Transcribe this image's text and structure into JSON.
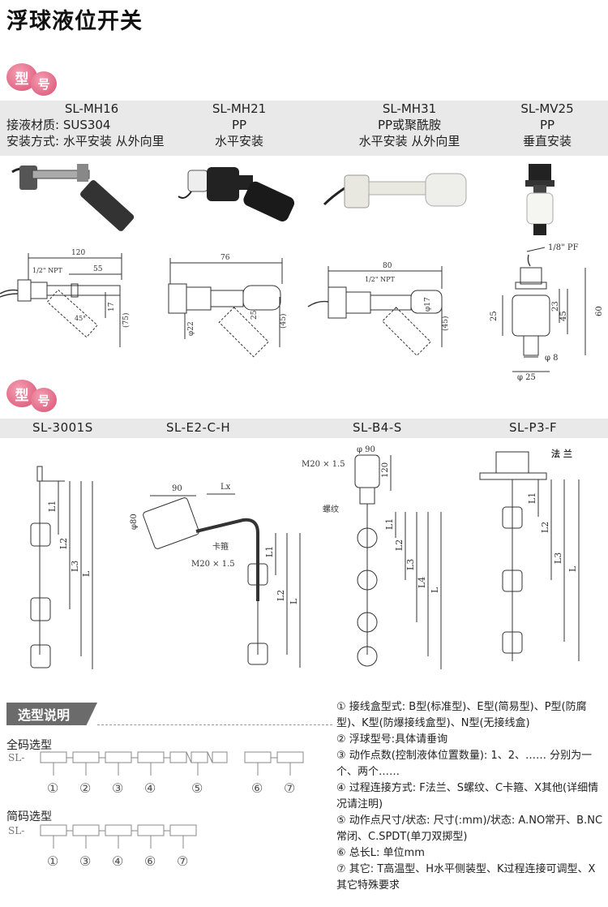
{
  "page_title": "浮球液位开关",
  "badge": {
    "chars": [
      "型",
      "号"
    ]
  },
  "top_models": [
    {
      "lines": [
        "SL-MH16",
        "接液材质: SUS304",
        "安装方式: 水平安装 从外向里"
      ]
    },
    {
      "lines": [
        "SL-MH21",
        "PP",
        "水平安装"
      ]
    },
    {
      "lines": [
        "SL-MH31",
        "PP或聚酰胺",
        "水平安装 从外向里"
      ]
    },
    {
      "lines": [
        "SL-MV25",
        "PP",
        "垂直安装"
      ]
    }
  ],
  "bottom_models": [
    "SL-3001S",
    "SL-E2-C-H",
    "SL-B4-S",
    "SL-P3-F"
  ],
  "dims": {
    "mh16": {
      "total": "120",
      "thread": "1/2\" NPT",
      "d55": "55",
      "d17": "17",
      "d75": "(75)",
      "angle": "45°"
    },
    "mh21": {
      "total": "76",
      "d22": "φ22",
      "d45": "(45)",
      "d25": "25"
    },
    "mh31": {
      "total": "80",
      "thread": "1/2\" NPT",
      "d17": "φ17",
      "d45": "(45)"
    },
    "mv25": {
      "thread": "1/8\" PF",
      "d25a": "25",
      "d23": "23",
      "d45": "45",
      "d60": "60",
      "d8": "φ 8",
      "d25b": "φ 25"
    },
    "s3001": {
      "L1": "L1",
      "L2": "L2",
      "L3": "L3",
      "L": "L"
    },
    "e2": {
      "d90": "90",
      "Lx": "Lx",
      "d80": "φ80",
      "clamp": "卡箍",
      "m20": "M20 × 1.5",
      "L1": "L1",
      "L2": "L2",
      "L": "L"
    },
    "b4": {
      "d90": "φ 90",
      "m20": "M20 × 1.5",
      "d120": "120",
      "thread": "螺纹",
      "L1": "L1",
      "L2": "L2",
      "L3": "L3",
      "L4": "L4",
      "L": "L"
    },
    "p3": {
      "flange": "法 兰",
      "L1": "L1",
      "L2": "L2",
      "L3": "L3",
      "L": "L"
    }
  },
  "selection": {
    "tag": "选型说明",
    "full_label": "全码选型",
    "short_label": "简码选型",
    "prefix": "SL-",
    "full_nums": [
      "①",
      "②",
      "③",
      "④",
      "⑤",
      "⑥",
      "⑦"
    ],
    "short_nums": [
      "①",
      "③",
      "④",
      "⑥",
      "⑦"
    ],
    "notes": [
      "① 接线盒型式: B型(标准型)、E型(简易型)、P型(防腐型)、K型(防爆接线盒型)、N型(无接线盒)",
      "② 浮球型号:具体请垂询",
      "③ 动作点数(控制液体位置数量): 1、2、…… 分别为一个、两个……",
      "④ 过程连接方式: F法兰、S螺纹、C卡箍、X其他(详细情况请注明)",
      "⑤ 动作点尺寸/状态: 尺寸(:mm)/状态: A.NO常开、B.NC常闭、C.SPDT(单刀双掷型)",
      "⑥ 总长L: 单位mm",
      "⑦ 其它: T高温型、H水平侧装型、K过程连接可调型、X其它特殊要求"
    ]
  },
  "colors": {
    "accent": "#d94e72",
    "band": "#e9e9e9",
    "tag": "#6b6b6b",
    "line": "#333333"
  }
}
